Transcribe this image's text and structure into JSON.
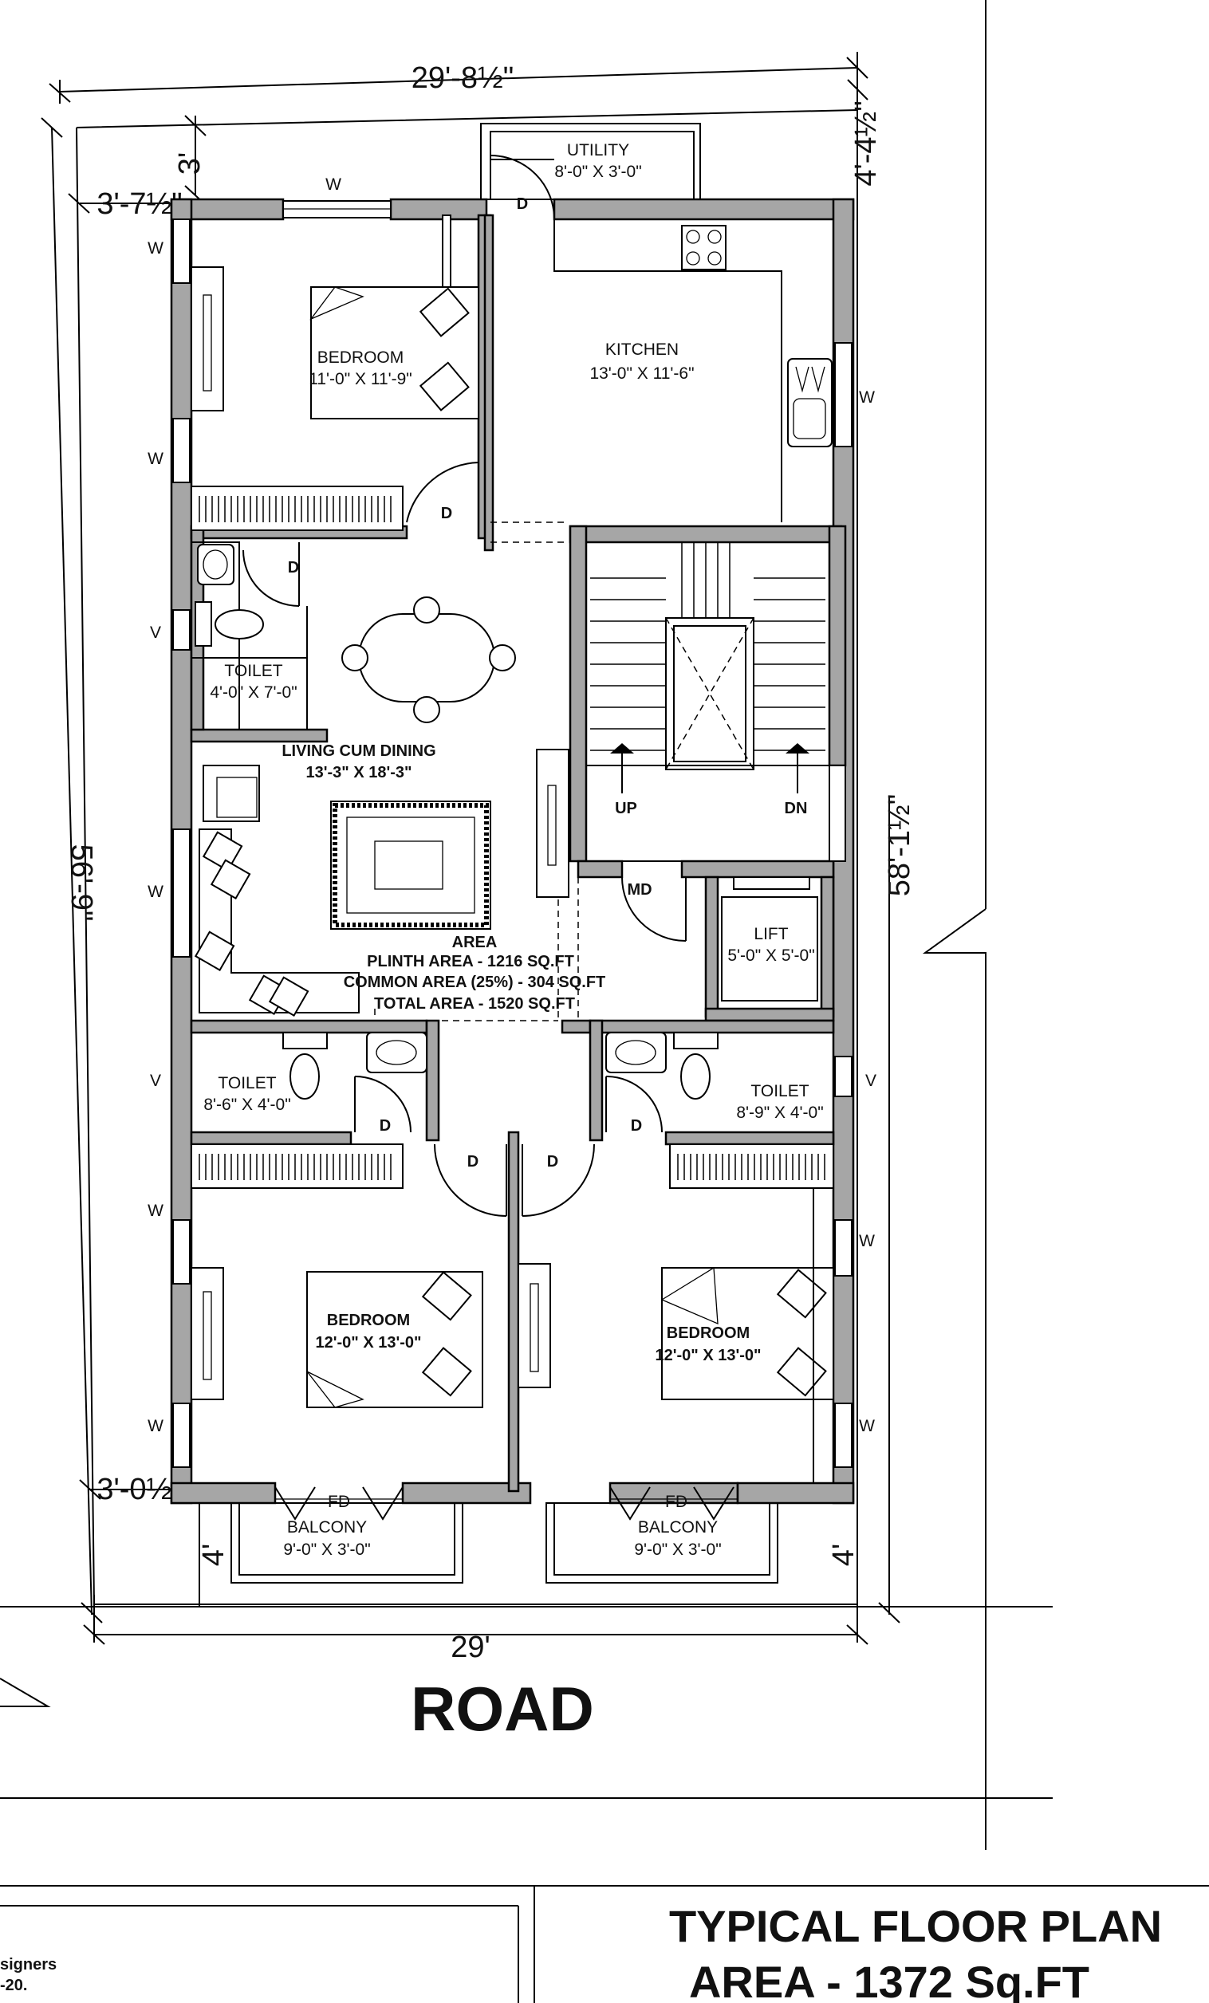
{
  "dimensions": {
    "top_width": "29'-8½\"",
    "bottom_width": "29'",
    "left_depth": "56'-9\"",
    "right_depth": "58'-1½\"",
    "top_right_offset": "4'-4½\"",
    "top_left_setback": "3'",
    "left_offset_top": "3'-7½\"",
    "left_offset_bottom": "3'-0½\"",
    "balcony_left_depth": "4'",
    "balcony_right_depth": "4'"
  },
  "rooms": {
    "utility": {
      "name": "UTILITY",
      "size": "8'-0\" X 3'-0\""
    },
    "bedroom_top": {
      "name": "BEDROOM",
      "size": "11'-0\" X 11'-9\""
    },
    "kitchen": {
      "name": "KITCHEN",
      "size": "13'-0\" X 11'-6\""
    },
    "toilet_top": {
      "name": "TOILET",
      "size": "4'-0\" X 7'-0\""
    },
    "living": {
      "name": "LIVING CUM DINING",
      "size": "13'-3\" X 18'-3\""
    },
    "lift": {
      "name": "LIFT",
      "size": "5'-0\" X 5'-0\""
    },
    "toilet_left": {
      "name": "TOILET",
      "size": "8'-6\" X 4'-0\""
    },
    "toilet_right": {
      "name": "TOILET",
      "size": "8'-9\" X 4'-0\""
    },
    "bedroom_left": {
      "name": "BEDROOM",
      "size": "12'-0\" X 13'-0\""
    },
    "bedroom_right": {
      "name": "BEDROOM",
      "size": "12'-0\" X 13'-0\""
    },
    "balcony_left": {
      "name": "BALCONY",
      "size": "9'-0\" X 3'-0\""
    },
    "balcony_right": {
      "name": "BALCONY",
      "size": "9'-0\" X 3'-0\""
    }
  },
  "area_note": {
    "title": "AREA",
    "plinth": "PLINTH AREA - 1216 SQ.FT",
    "common": "COMMON AREA (25%) - 304 SQ.FT",
    "total": "TOTAL AREA - 1520 SQ.FT"
  },
  "marks": {
    "window": "W",
    "ventilator": "V",
    "door": "D",
    "main_door": "MD",
    "french_door": "FD",
    "up": "UP",
    "down": "DN"
  },
  "road": "ROAD",
  "title_block": {
    "title": "TYPICAL  FLOOR PLAN",
    "area": "AREA - 1372 Sq.FT",
    "firm_fragment": "signers",
    "date_fragment": "-20."
  }
}
